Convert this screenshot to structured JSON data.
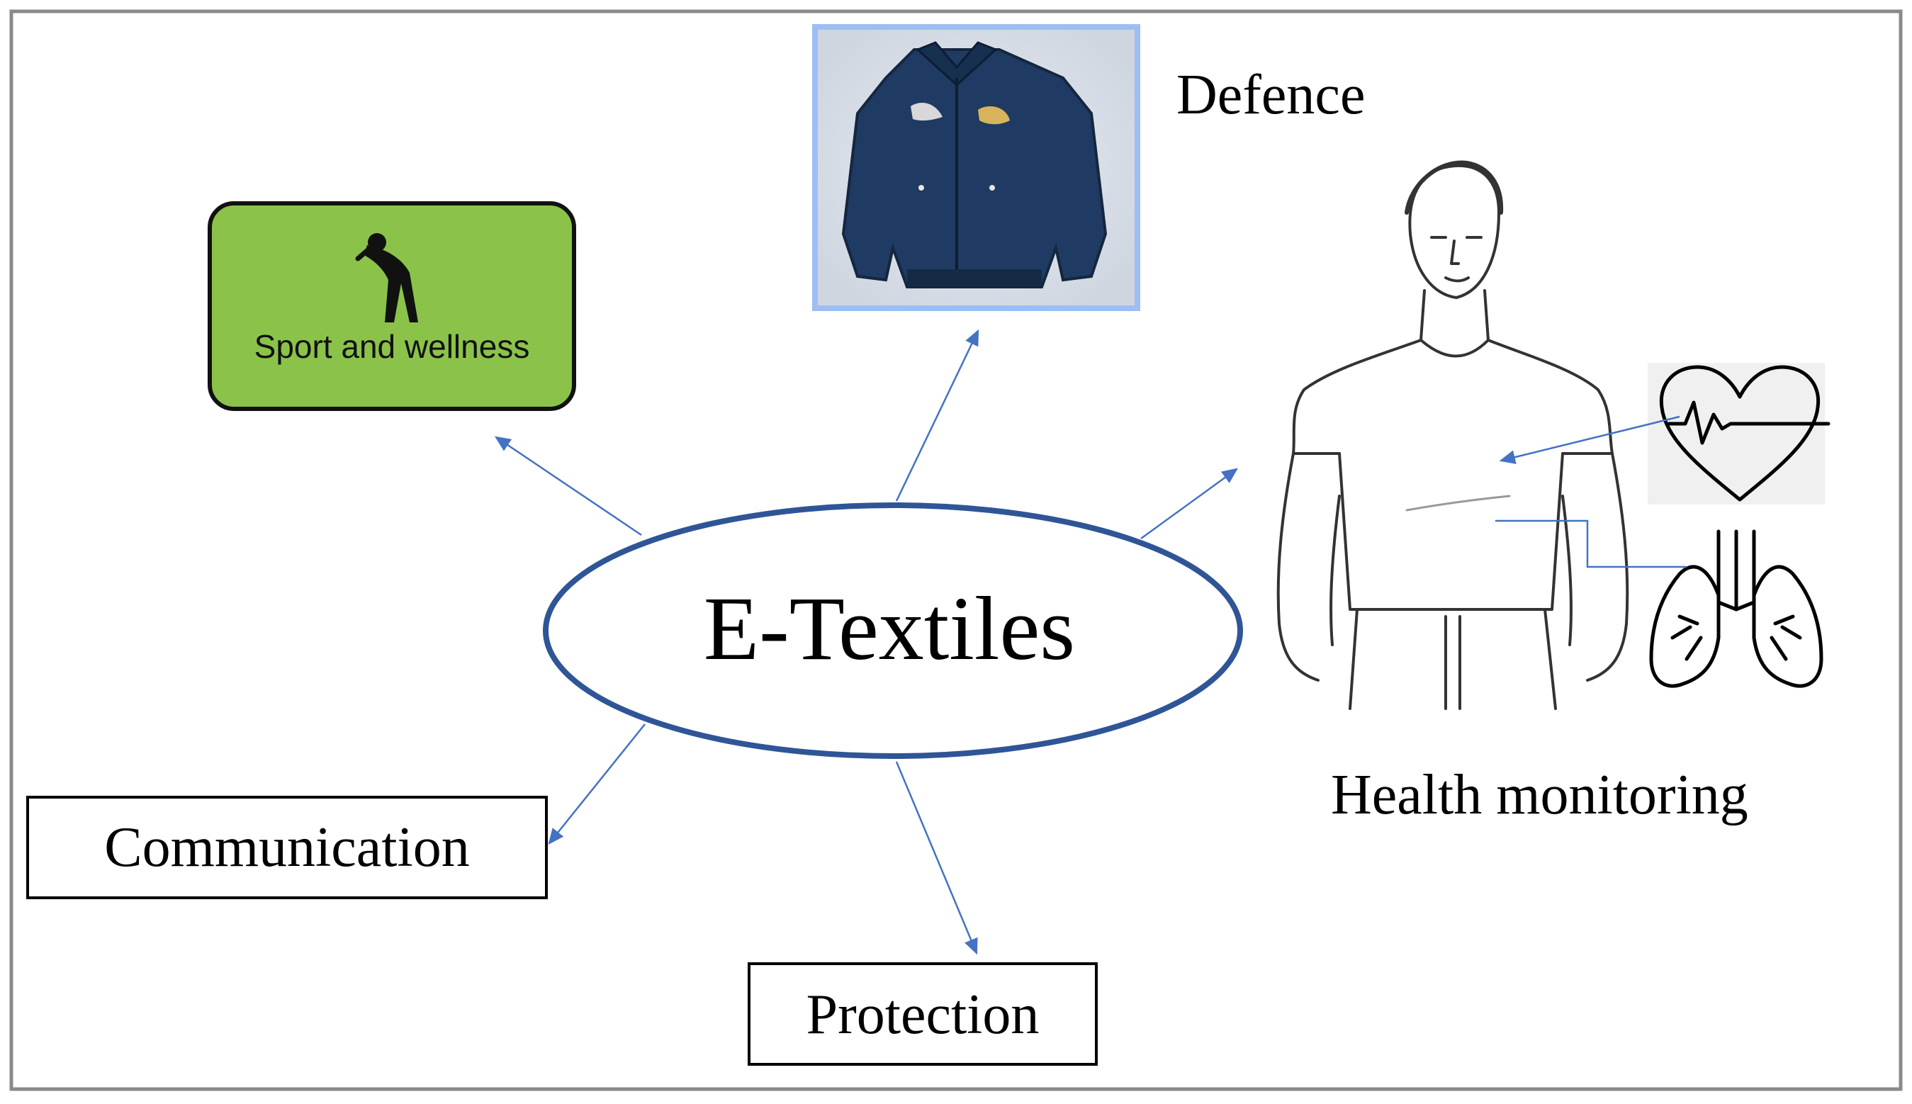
{
  "center": {
    "label": "E-Textiles"
  },
  "nodes": {
    "sport": {
      "label": "Sport and wellness",
      "icon": "stretching-person-icon"
    },
    "defence": {
      "label": "Defence",
      "icon": "jacket-icon"
    },
    "health": {
      "label": "Health monitoring",
      "icons": [
        "human-figure-icon",
        "heartbeat-icon",
        "lungs-icon"
      ]
    },
    "communication": {
      "label": "Communication"
    },
    "protection": {
      "label": "Protection"
    }
  },
  "colors": {
    "frame": "#8a8a8a",
    "ellipse": "#2f5597",
    "arrow": "#4472c4",
    "sport_fill": "#8bc34a",
    "jacket_fill": "#1f3b63",
    "jacket_frame": "#9dbef5",
    "text": "#000000"
  }
}
